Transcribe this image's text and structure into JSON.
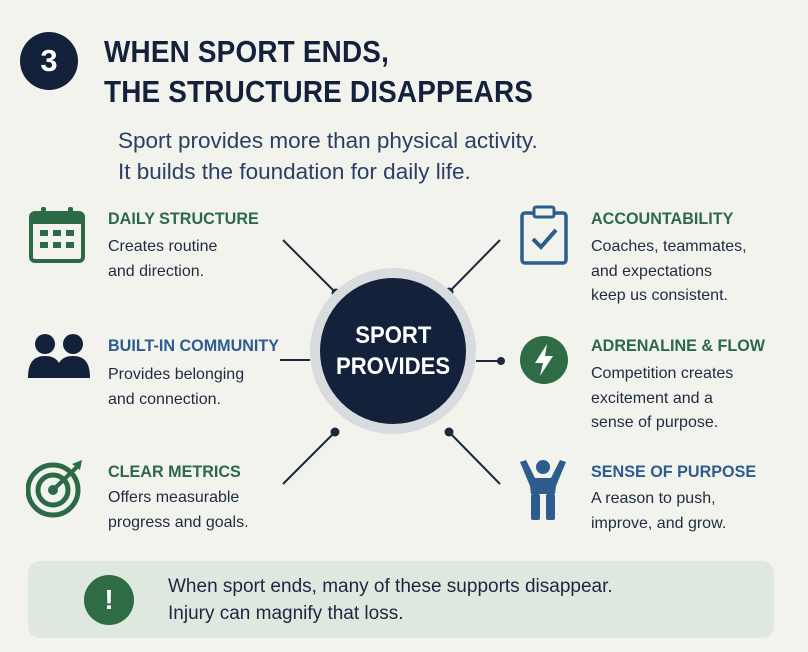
{
  "header": {
    "step_number": "3",
    "title_line1": "WHEN SPORT ENDS,",
    "title_line2": "THE STRUCTURE DISAPPEARS",
    "subtitle_line1": "Sport provides more than physical activity.",
    "subtitle_line2": "It builds the foundation for daily life."
  },
  "center": {
    "line1": "SPORT",
    "line2": "PROVIDES"
  },
  "left_items": [
    {
      "title": "DAILY STRUCTURE",
      "desc": [
        "Creates routine",
        "and direction."
      ],
      "icon": "calendar-icon"
    },
    {
      "title": "BUILT-IN COMMUNITY",
      "desc": [
        "Provides belonging",
        "and connection."
      ],
      "icon": "people-icon"
    },
    {
      "title": "CLEAR METRICS",
      "desc": [
        "Offers measurable",
        "progress and goals."
      ],
      "icon": "target-icon"
    }
  ],
  "right_items": [
    {
      "title": "ACCOUNTABILITY",
      "desc": [
        "Coaches, teammates,",
        "and expectations",
        "keep us consistent."
      ],
      "icon": "clipboard-check-icon"
    },
    {
      "title": "ADRENALINE & FLOW",
      "desc": [
        "Competition creates",
        "excitement and a",
        "sense of purpose."
      ],
      "icon": "lightning-icon"
    },
    {
      "title": "SENSE OF PURPOSE",
      "desc": [
        "A reason to push,",
        "improve, and grow."
      ],
      "icon": "person-raised-arms-icon"
    }
  ],
  "callout": {
    "icon_glyph": "!",
    "line1": "When sport ends, many of these supports disappear.",
    "line2": "Injury can magnify that loss."
  },
  "colors": {
    "navy": "#13213b",
    "green": "#2b6a44",
    "accent_blue": "#2d5c8f",
    "background": "#f3f3ee",
    "callout_bg": "#dfe8df"
  }
}
